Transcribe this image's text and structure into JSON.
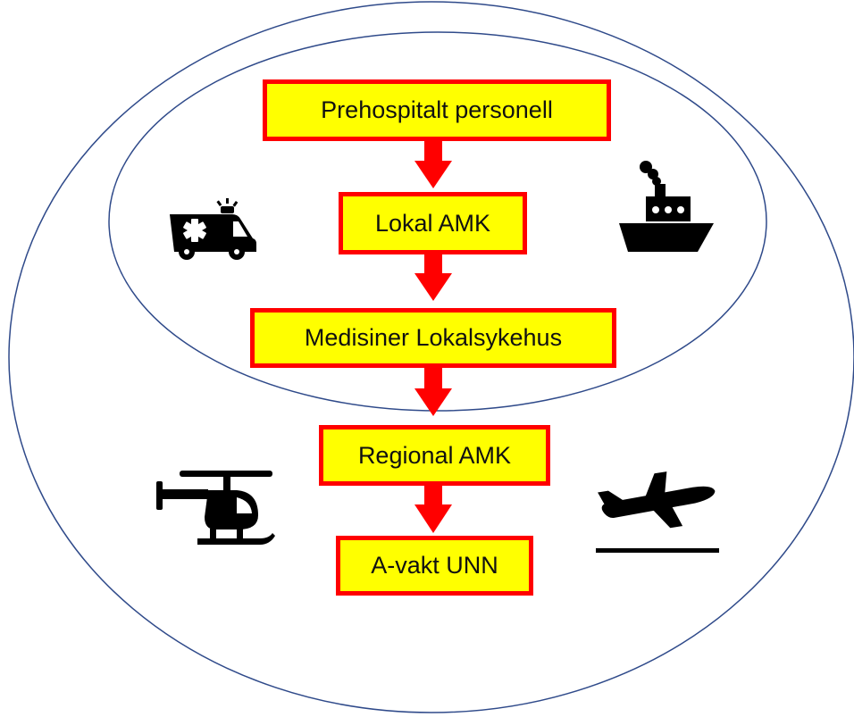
{
  "diagram": {
    "nodes": [
      {
        "id": "prehospitalt",
        "label": "Prehospitalt personell"
      },
      {
        "id": "lokal-amk",
        "label": "Lokal AMK"
      },
      {
        "id": "medisiner",
        "label": "Medisiner Lokalsykehus"
      },
      {
        "id": "regional-amk",
        "label": "Regional AMK"
      },
      {
        "id": "a-vakt",
        "label": "A-vakt UNN"
      }
    ],
    "edges": [
      {
        "from": "prehospitalt",
        "to": "lokal-amk"
      },
      {
        "from": "lokal-amk",
        "to": "medisiner"
      },
      {
        "from": "medisiner",
        "to": "regional-amk"
      },
      {
        "from": "regional-amk",
        "to": "a-vakt"
      }
    ],
    "icons": [
      "ambulance-icon",
      "ship-icon",
      "helicopter-icon",
      "airplane-takeoff-icon"
    ],
    "colors": {
      "box_fill": "#ffff00",
      "box_border": "#ff0000",
      "arrow": "#ff0000",
      "ellipse_stroke": "#2f4a8a",
      "icon": "#000000"
    }
  }
}
